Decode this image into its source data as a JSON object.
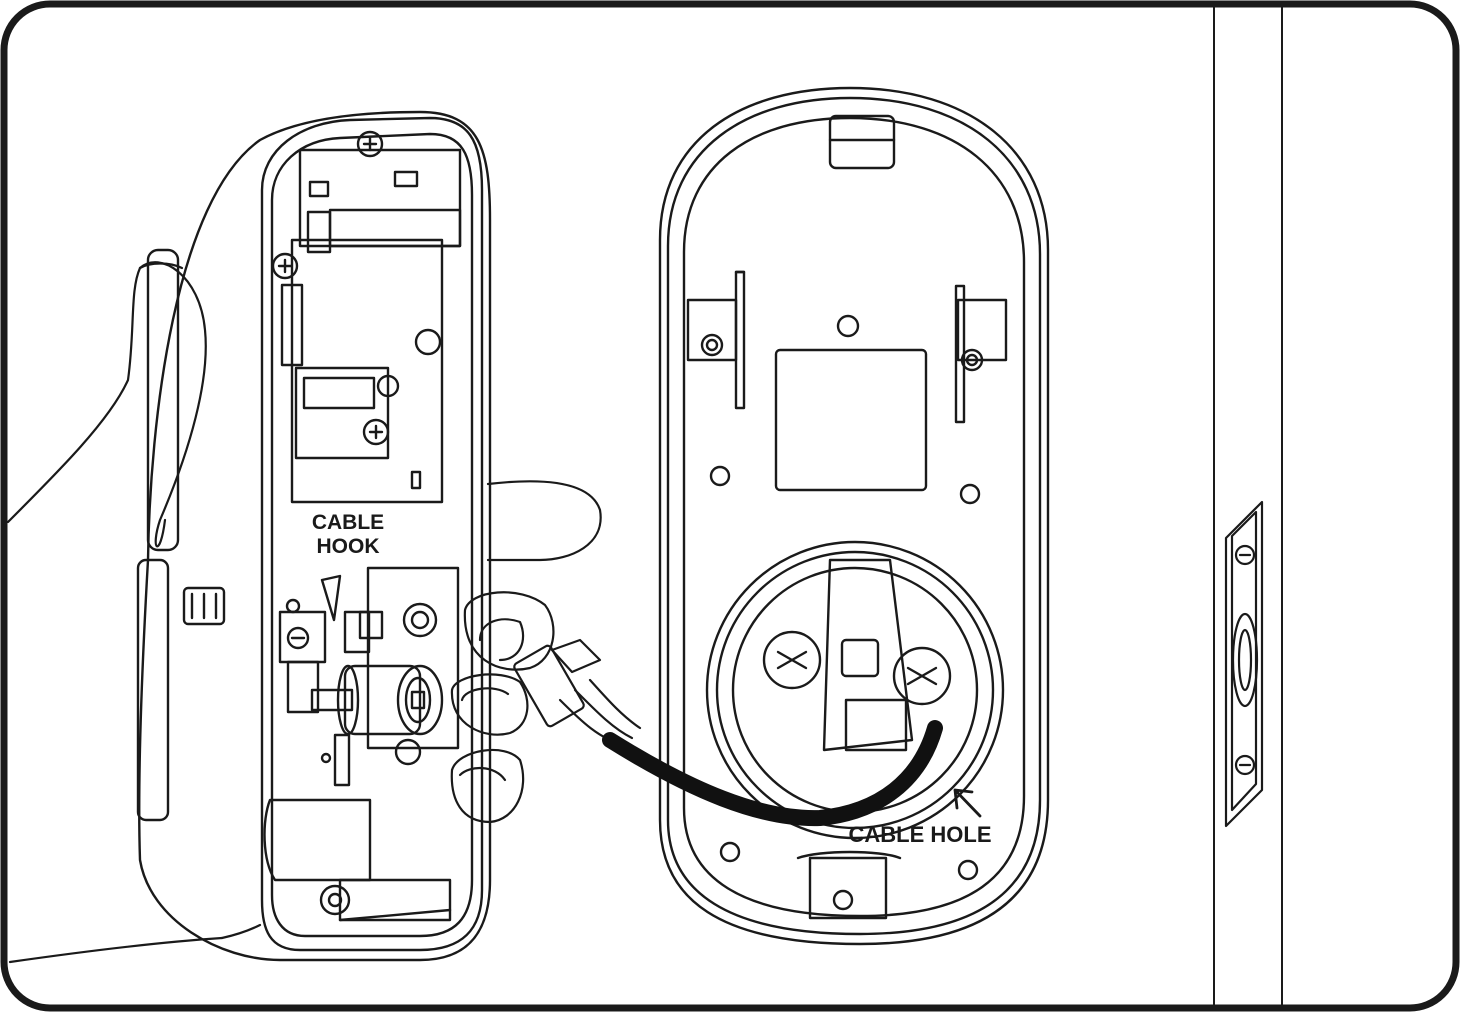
{
  "labels": {
    "cable_hook_line1": "CABLE",
    "cable_hook_line2": "HOOK",
    "cable_hole": "CABLE HOLE"
  },
  "colors": {
    "stroke": "#1a1a1a",
    "background": "#ffffff",
    "cable": "#111111"
  }
}
